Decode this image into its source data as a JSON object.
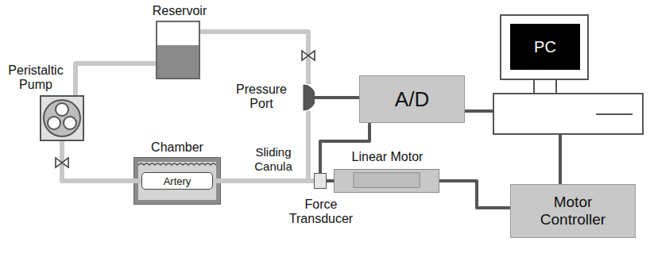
{
  "diagram": {
    "nodes": [
      {
        "text": [
          "Reservoir"
        ]
      },
      {
        "text": [
          "PC"
        ]
      },
      {
        "text": [
          "Peristaltic Pump"
        ]
      },
      {
        "text": [
          "Pressure Port"
        ]
      },
      {
        "text": [
          "A/D"
        ]
      },
      {
        "text": [
          "Chamber"
        ]
      },
      {
        "text": [
          "Artery"
        ],
        "in": 5
      },
      {
        "text": [
          "Linear Motor"
        ]
      },
      {
        "text": [
          "Motor Controller"
        ]
      },
      {
        "text": [
          "Force Transducer"
        ]
      }
    ],
    "edges": [
      {
        "from": 0,
        "to": 2,
        "arrow": "none"
      },
      {
        "from": 2,
        "to": 6,
        "arrow": "none"
      },
      {
        "from": 0,
        "to": 3,
        "arrow": "none"
      },
      {
        "from": 3,
        "to": 6,
        "arrow": "none"
      },
      {
        "from": 6,
        "to": 9,
        "arrow": "none"
      },
      {
        "from": 3,
        "to": 4,
        "arrow": "none"
      },
      {
        "from": 4,
        "to": 1,
        "arrow": "none"
      },
      {
        "from": 1,
        "to": 8,
        "arrow": "none"
      },
      {
        "from": 8,
        "to": 7,
        "arrow": "none"
      },
      {
        "from": 9,
        "to": 4,
        "arrow": "none"
      },
      {
        "from": 7,
        "to": 9,
        "arrow": "none"
      }
    ],
    "labels": [
      "Sliding Canula"
    ]
  }
}
